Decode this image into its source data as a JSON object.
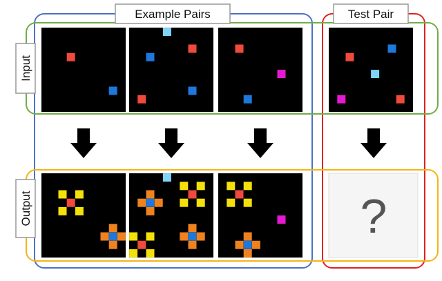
{
  "labels": {
    "example_pairs": "Example Pairs",
    "test_pair": "Test Pair",
    "input": "Input",
    "output": "Output",
    "unknown": "?"
  },
  "colors": {
    "example_box": "#4a72c4",
    "test_box": "#e02020",
    "input_box": "#70ad47",
    "output_box": "#f5b414",
    "grid_bg": "#000000",
    "unknown_bg": "#f5f5f5",
    "red": "#f04a3c",
    "blue": "#1e78dc",
    "light_blue": "#80d4f5",
    "magenta": "#e619d2",
    "yellow": "#f5e10a",
    "orange": "#f0821e"
  },
  "panels": {
    "inputs": [
      {
        "name": "example-1-input",
        "cells": [
          {
            "c": 3,
            "r": 3,
            "color": "red"
          },
          {
            "c": 8,
            "r": 7,
            "color": "blue"
          }
        ]
      },
      {
        "name": "example-2-input",
        "cells": [
          {
            "c": 4,
            "r": 0,
            "color": "light_blue"
          },
          {
            "c": 7,
            "r": 2,
            "color": "red"
          },
          {
            "c": 2,
            "r": 3,
            "color": "blue"
          },
          {
            "c": 7,
            "r": 7,
            "color": "blue"
          },
          {
            "c": 1,
            "r": 8,
            "color": "red"
          }
        ]
      },
      {
        "name": "example-3-input",
        "cells": [
          {
            "c": 2,
            "r": 2,
            "color": "red"
          },
          {
            "c": 7,
            "r": 5,
            "color": "magenta"
          },
          {
            "c": 3,
            "r": 8,
            "color": "blue"
          }
        ]
      },
      {
        "name": "test-input",
        "cells": [
          {
            "c": 7,
            "r": 2,
            "color": "blue"
          },
          {
            "c": 2,
            "r": 3,
            "color": "red"
          },
          {
            "c": 5,
            "r": 5,
            "color": "light_blue"
          },
          {
            "c": 1,
            "r": 8,
            "color": "magenta"
          },
          {
            "c": 8,
            "r": 8,
            "color": "red"
          }
        ]
      }
    ],
    "outputs": [
      {
        "name": "example-1-output",
        "cells": [
          {
            "c": 2,
            "r": 2,
            "color": "yellow"
          },
          {
            "c": 4,
            "r": 2,
            "color": "yellow"
          },
          {
            "c": 3,
            "r": 3,
            "color": "red"
          },
          {
            "c": 2,
            "r": 4,
            "color": "yellow"
          },
          {
            "c": 4,
            "r": 4,
            "color": "yellow"
          },
          {
            "c": 8,
            "r": 6,
            "color": "orange"
          },
          {
            "c": 7,
            "r": 7,
            "color": "orange"
          },
          {
            "c": 8,
            "r": 7,
            "color": "blue"
          },
          {
            "c": 9,
            "r": 7,
            "color": "orange"
          },
          {
            "c": 8,
            "r": 8,
            "color": "orange"
          }
        ]
      },
      {
        "name": "example-2-output",
        "cells": [
          {
            "c": 4,
            "r": 0,
            "color": "light_blue"
          },
          {
            "c": 6,
            "r": 1,
            "color": "yellow"
          },
          {
            "c": 8,
            "r": 1,
            "color": "yellow"
          },
          {
            "c": 2,
            "r": 2,
            "color": "orange"
          },
          {
            "c": 7,
            "r": 2,
            "color": "red"
          },
          {
            "c": 1,
            "r": 3,
            "color": "orange"
          },
          {
            "c": 2,
            "r": 3,
            "color": "blue"
          },
          {
            "c": 3,
            "r": 3,
            "color": "orange"
          },
          {
            "c": 6,
            "r": 3,
            "color": "yellow"
          },
          {
            "c": 8,
            "r": 3,
            "color": "yellow"
          },
          {
            "c": 2,
            "r": 4,
            "color": "orange"
          },
          {
            "c": 7,
            "r": 6,
            "color": "orange"
          },
          {
            "c": 0,
            "r": 7,
            "color": "yellow"
          },
          {
            "c": 2,
            "r": 7,
            "color": "yellow"
          },
          {
            "c": 6,
            "r": 7,
            "color": "orange"
          },
          {
            "c": 7,
            "r": 7,
            "color": "blue"
          },
          {
            "c": 8,
            "r": 7,
            "color": "orange"
          },
          {
            "c": 1,
            "r": 8,
            "color": "red"
          },
          {
            "c": 7,
            "r": 8,
            "color": "orange"
          },
          {
            "c": 0,
            "r": 9,
            "color": "yellow"
          },
          {
            "c": 2,
            "r": 9,
            "color": "yellow"
          }
        ]
      },
      {
        "name": "example-3-output",
        "cells": [
          {
            "c": 1,
            "r": 1,
            "color": "yellow"
          },
          {
            "c": 3,
            "r": 1,
            "color": "yellow"
          },
          {
            "c": 2,
            "r": 2,
            "color": "red"
          },
          {
            "c": 1,
            "r": 3,
            "color": "yellow"
          },
          {
            "c": 3,
            "r": 3,
            "color": "yellow"
          },
          {
            "c": 7,
            "r": 5,
            "color": "magenta"
          },
          {
            "c": 3,
            "r": 7,
            "color": "orange"
          },
          {
            "c": 2,
            "r": 8,
            "color": "orange"
          },
          {
            "c": 3,
            "r": 8,
            "color": "blue"
          },
          {
            "c": 4,
            "r": 8,
            "color": "orange"
          },
          {
            "c": 3,
            "r": 9,
            "color": "orange"
          }
        ]
      }
    ]
  }
}
